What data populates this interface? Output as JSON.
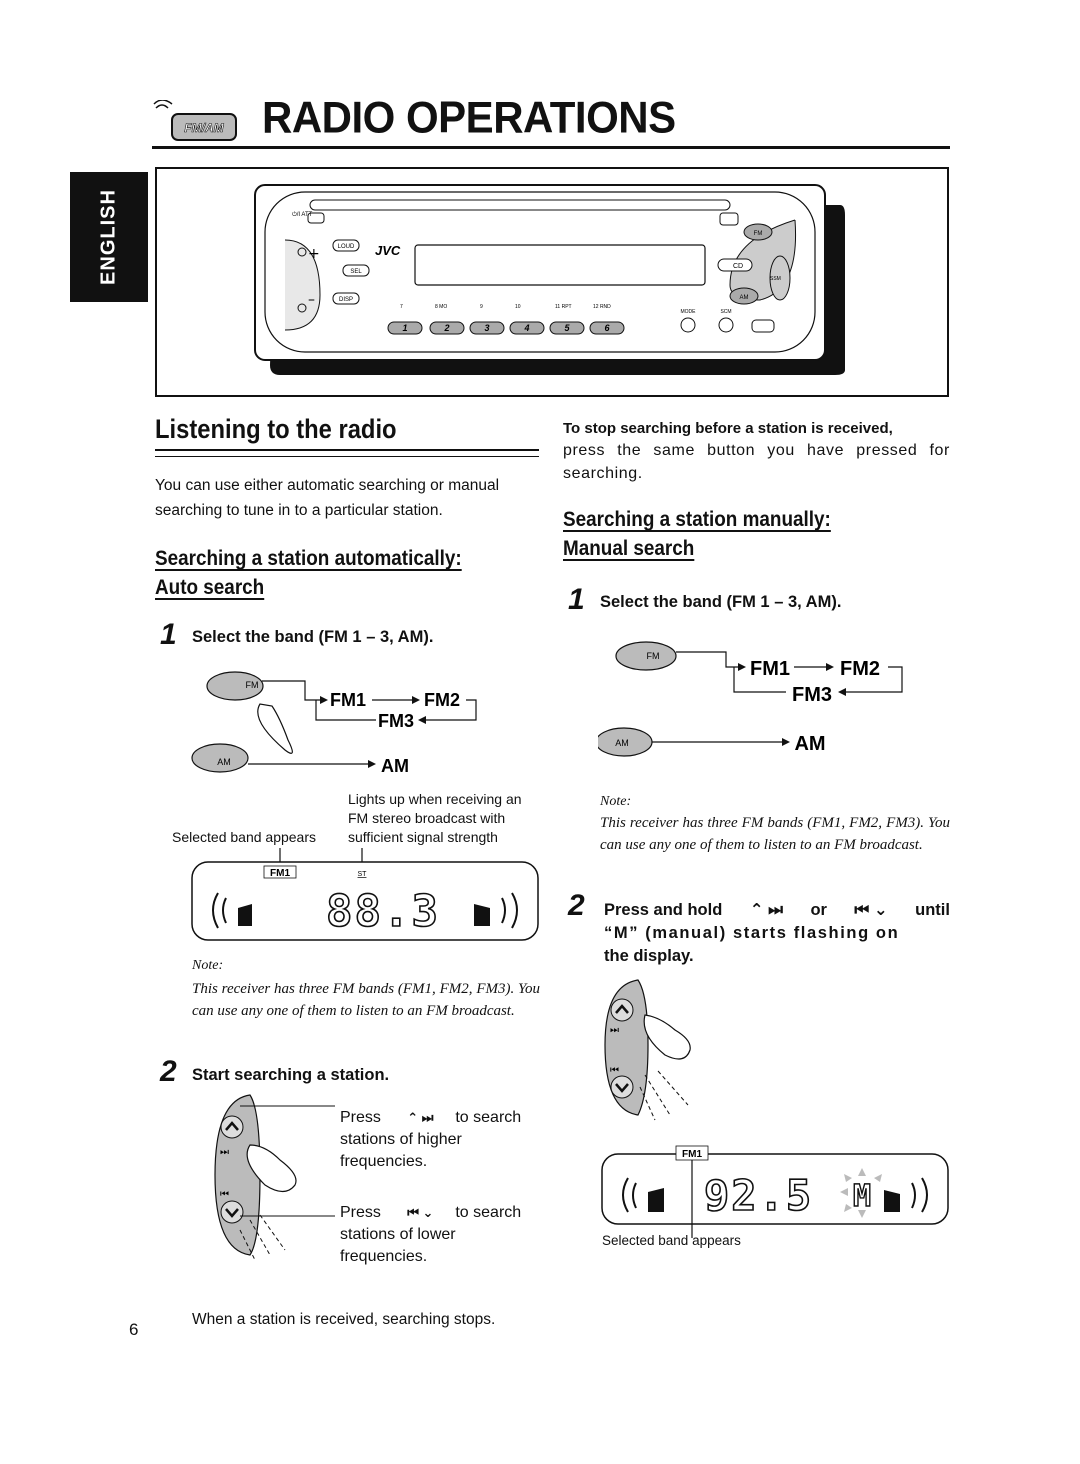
{
  "header": {
    "title": "RADIO OPERATIONS",
    "icon_text": "FM/AM"
  },
  "language_tab": "ENGLISH",
  "device": {
    "brand": "JVC",
    "buttons": {
      "att": "⏻/I ATT",
      "loud": "LOUD",
      "sel": "SEL",
      "disp": "DISP",
      "fm": "FM",
      "cd": "CD",
      "am": "AM",
      "ssm": "SSM",
      "mode": "MODE",
      "scm": "SCM"
    },
    "indicators": [
      "7",
      "8 MO",
      "9",
      "10",
      "11 RPT",
      "12 RND"
    ],
    "presets": [
      "1",
      "2",
      "3",
      "4",
      "5",
      "6"
    ]
  },
  "left": {
    "section_title": "Listening to the radio",
    "intro": "You can use either automatic searching or manual searching to tune in to a particular station.",
    "auto_heading_1": "Searching a station automatically:",
    "auto_heading_2": "Auto search",
    "step1_num": "1",
    "step1_text": "Select the band (FM 1 – 3, AM).",
    "band_fm1": "FM1",
    "band_fm2": "FM2",
    "band_fm3": "FM3",
    "band_am": "AM",
    "btn_fm": "FM",
    "btn_am": "AM",
    "label_lights_1": "Lights up when receiving an",
    "label_lights_2": "FM stereo broadcast with",
    "label_lights_3": "sufficient signal strength",
    "label_selected": "Selected band appears",
    "display_band": "FM1",
    "display_st": "ST",
    "display_freq": "88.3",
    "note_label": "Note:",
    "note_text": "This receiver has three FM bands (FM1, FM2, FM3). You can use any one of them to listen to an FM broadcast.",
    "step2_num": "2",
    "step2_text": "Start searching a station.",
    "press_up_1": "Press",
    "press_up_2": "to search",
    "press_up_3": "stations of higher",
    "press_up_4": "frequencies.",
    "press_down_1": "Press",
    "press_down_2": "to search",
    "press_down_3": "stations of lower",
    "press_down_4": "frequencies.",
    "footer": "When a station is received, searching stops."
  },
  "right": {
    "stop_bold": "To stop searching before a station is received,",
    "stop_text": "press the same button you have pressed for searching.",
    "manual_heading_1": "Searching a station manually:",
    "manual_heading_2": "Manual search",
    "step1_num": "1",
    "step1_text": "Select the band (FM 1 – 3, AM).",
    "band_fm1": "FM1",
    "band_fm2": "FM2",
    "band_fm3": "FM3",
    "band_am": "AM",
    "btn_fm": "FM",
    "btn_am": "AM",
    "note_label": "Note:",
    "note_text": "This receiver has three FM bands (FM1, FM2, FM3). You can use any one of them to listen to an FM broadcast.",
    "step2_num": "2",
    "step2_a": "Press and hold",
    "step2_or": "or",
    "step2_until": "until",
    "step2_line2": "“M” (manual) starts flashing on",
    "step2_line3": "the display.",
    "display_band": "FM1",
    "display_freq": "92.5",
    "display_m": "M",
    "label_selected": "Selected band appears"
  },
  "page_number": "6"
}
